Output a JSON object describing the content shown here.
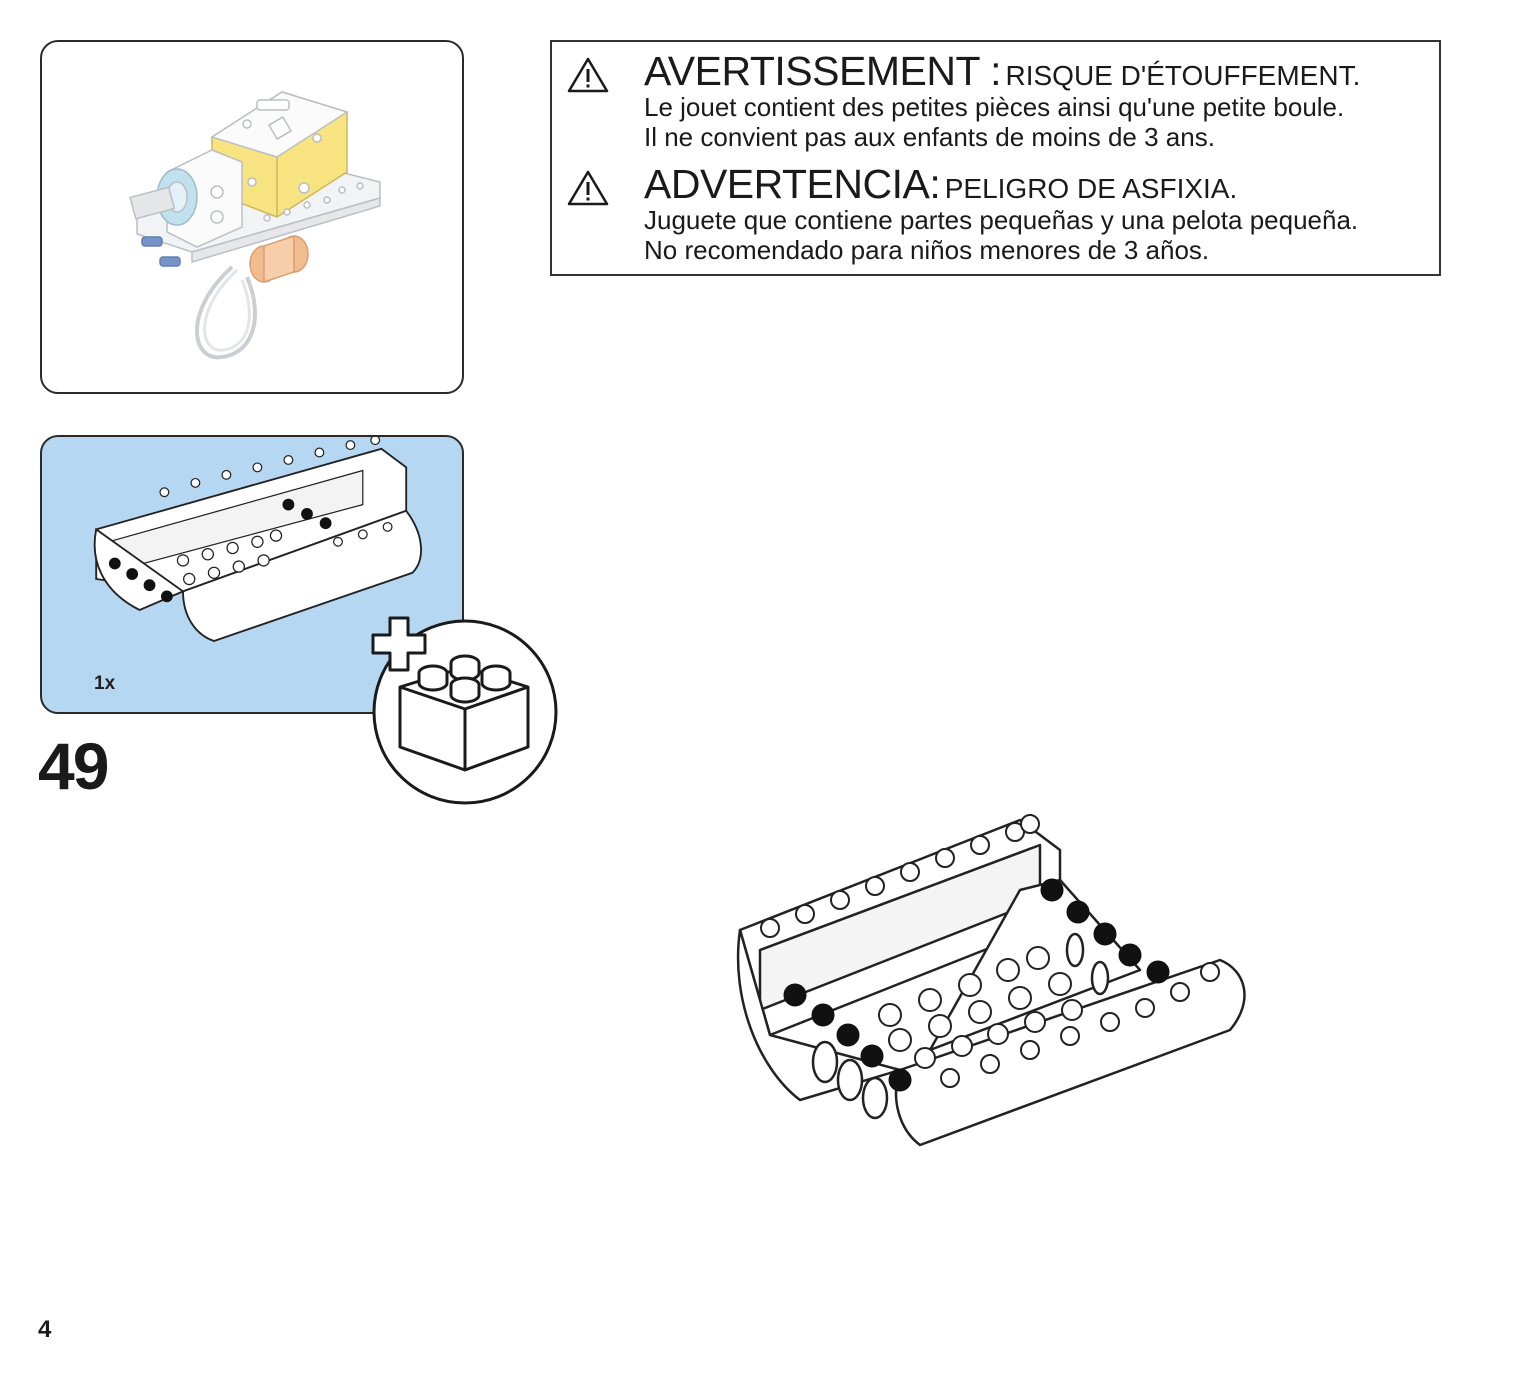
{
  "warnings": {
    "fr": {
      "title": "AVERTISSEMENT :",
      "subtitle": "RISQUE D'ÉTOUFFEMENT.",
      "line1": "Le jouet contient des petites pièces ainsi qu'une petite boule.",
      "line2": "Il ne convient pas aux enfants de moins de 3 ans."
    },
    "es": {
      "title": "ADVERTENCIA:",
      "subtitle": "PELIGRO DE ASFIXIA.",
      "line1": "Juguete que contiene partes pequeñas y una pelota pequeña.",
      "line2": "No recomendado para niños menores de 3 años."
    }
  },
  "parts_list": {
    "quantity": "1x",
    "background": "#b6d7f1"
  },
  "step": {
    "number": "49"
  },
  "page": {
    "number": "4"
  },
  "icons": {
    "warning": "warning-triangle-icon",
    "new_brick": "add-brick-icon"
  },
  "colors": {
    "panel_blue": "#b6d7f1",
    "hub_yellow": "#f7e27a",
    "motor_blue": "#bfe0ef",
    "peg_orange": "#f3b98a"
  }
}
